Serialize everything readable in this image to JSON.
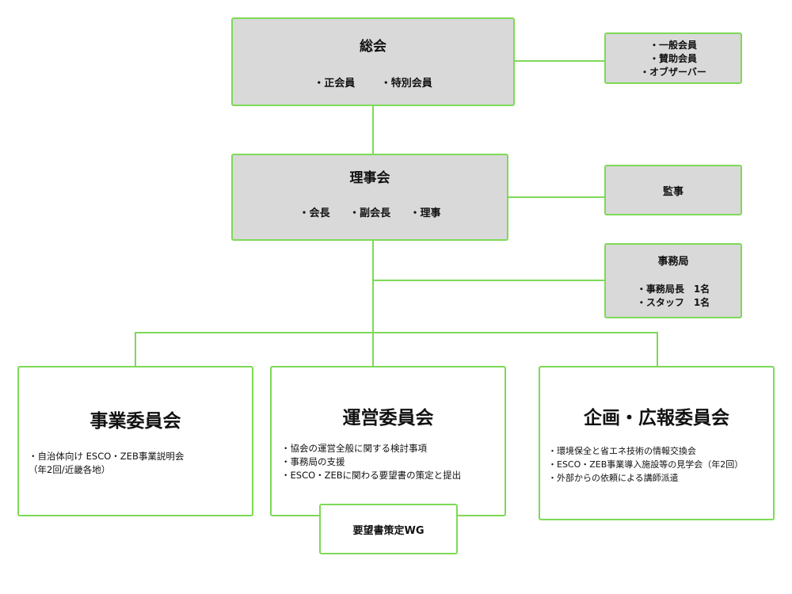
{
  "soukai": {
    "title": "総会",
    "members": [
      "・正会員",
      "・特別会員"
    ]
  },
  "soukai_side": {
    "items": [
      "・一般会員",
      "・賛助会員",
      "・オブザーバー"
    ]
  },
  "rijikai": {
    "title": "理事会",
    "members": [
      "・会長",
      "・副会長",
      "・理事"
    ]
  },
  "kanji": {
    "title": "監事"
  },
  "jimukyoku": {
    "title": "事務局",
    "items": [
      "・事務局長　1名",
      "・スタッフ　1名"
    ]
  },
  "committees": [
    {
      "title": "事業委員会",
      "items": [
        "・自治体向け ESCO・ZEB事業説明会",
        "（年2回/近畿各地）"
      ]
    },
    {
      "title": "運営委員会",
      "items": [
        "・協会の運営全般に関する検討事項",
        "・事務局の支援",
        "・ESCO・ZEBに関わる要望書の策定と提出"
      ]
    },
    {
      "title": "企画・広報委員会",
      "items": [
        "・環境保全と省エネ技術の情報交換会",
        "・ESCO・ZEB事業導入施設等の見学会（年2回）",
        "・外部からの依頼による講師派遣"
      ]
    }
  ],
  "wg": {
    "title": "要望書策定WG"
  }
}
